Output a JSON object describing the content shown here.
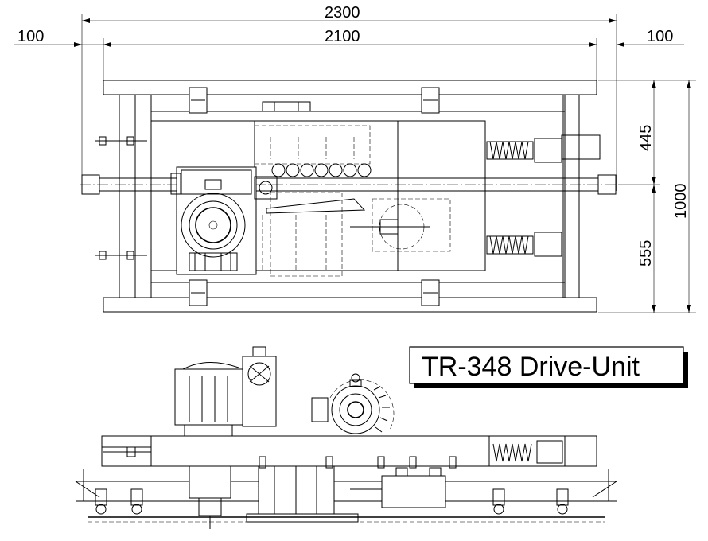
{
  "drawing": {
    "title": "TR-348 Drive-Unit",
    "dimensions": {
      "overall_width": "2300",
      "left_overhang": "100",
      "center_width": "2100",
      "right_overhang": "100",
      "upper_height": "445",
      "lower_height": "555",
      "total_height": "1000"
    }
  }
}
